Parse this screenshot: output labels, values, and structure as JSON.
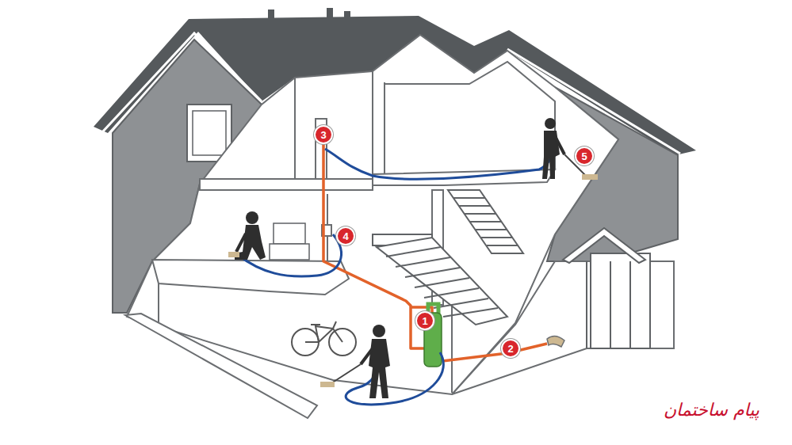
{
  "diagram": {
    "labels": [
      "3",
      "5",
      "4",
      "1",
      "2",
      "پیام ساختمان"
    ]
  }
}
